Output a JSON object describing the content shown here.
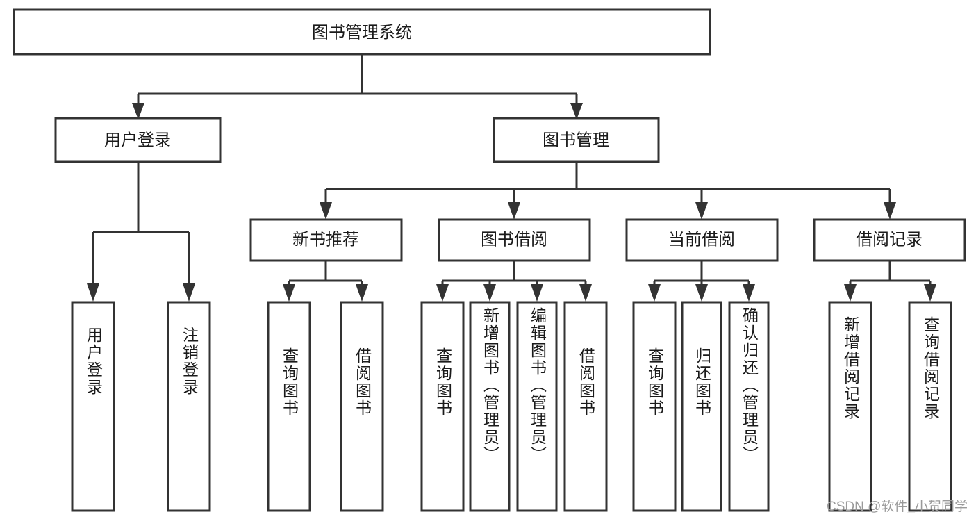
{
  "diagram": {
    "type": "tree-hierarchy",
    "title": "图书管理系统",
    "root": {
      "label": "图书管理系统",
      "level": 0
    },
    "level1": [
      {
        "label": "用户登录"
      },
      {
        "label": "图书管理"
      }
    ],
    "level2": [
      {
        "label": "新书推荐",
        "parent": "图书管理"
      },
      {
        "label": "图书借阅",
        "parent": "图书管理"
      },
      {
        "label": "当前借阅",
        "parent": "图书管理"
      },
      {
        "label": "借阅记录",
        "parent": "图书管理"
      }
    ],
    "leaves": {
      "user_login": [
        {
          "label": "用户登录"
        },
        {
          "label": "注销登录"
        }
      ],
      "new_book_recommend": [
        {
          "label": "查询图书"
        },
        {
          "label": "借阅图书"
        }
      ],
      "book_borrow": [
        {
          "label": "查询图书"
        },
        {
          "label": "新增图书（管理员）"
        },
        {
          "label": "编辑图书（管理员）"
        },
        {
          "label": "借阅图书"
        }
      ],
      "current_borrow": [
        {
          "label": "查询图书"
        },
        {
          "label": "归还图书"
        },
        {
          "label": "确认归还（管理员）"
        }
      ],
      "borrow_record": [
        {
          "label": "新增借阅记录"
        },
        {
          "label": "查询借阅记录"
        }
      ]
    }
  },
  "watermark": {
    "text": "CSDN @软件_小贺同学"
  },
  "colors": {
    "stroke": "#333333",
    "box_fill": "#ffffff",
    "text": "#1a1a1a",
    "watermark": "#9a9a9a",
    "background": "#ffffff"
  }
}
